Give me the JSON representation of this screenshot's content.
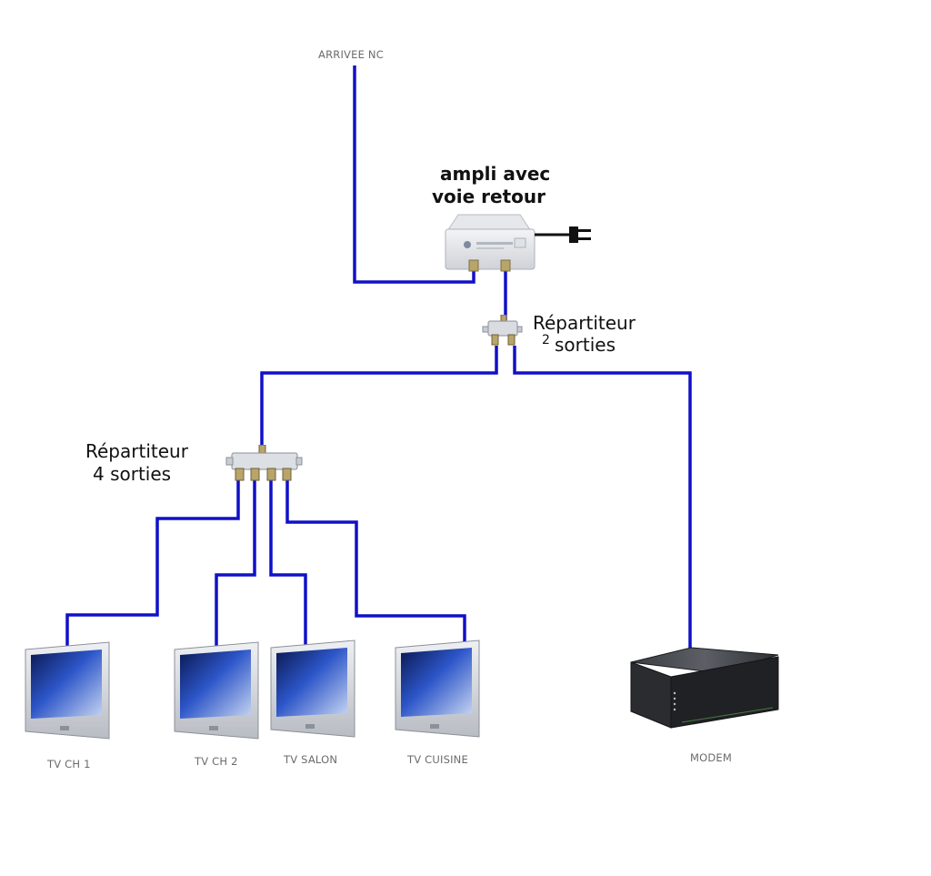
{
  "labels": {
    "source": "ARRIVEE NC",
    "amp_line1": "ampli avec",
    "amp_line2": "voie retour",
    "splitter2_line1": "Répartiteur",
    "splitter2_num": "2",
    "splitter2_word": "sorties",
    "splitter4_line1": "Répartiteur",
    "splitter4_line2": "4 sorties",
    "tv1": "TV CH 1",
    "tv2": "TV CH 2",
    "tv3": "TV SALON",
    "tv4": "TV CUISINE",
    "modem": "MODEM"
  },
  "colors": {
    "cable": "#1010c8",
    "label_small": "#6b6b6b",
    "label_big": "#111111"
  },
  "icons": {
    "amplifier": "amplifier-icon",
    "plug": "power-plug-icon",
    "splitter2": "two-way-splitter-icon",
    "splitter4": "four-way-splitter-icon",
    "tv": "monitor-icon",
    "modem": "modem-icon"
  }
}
